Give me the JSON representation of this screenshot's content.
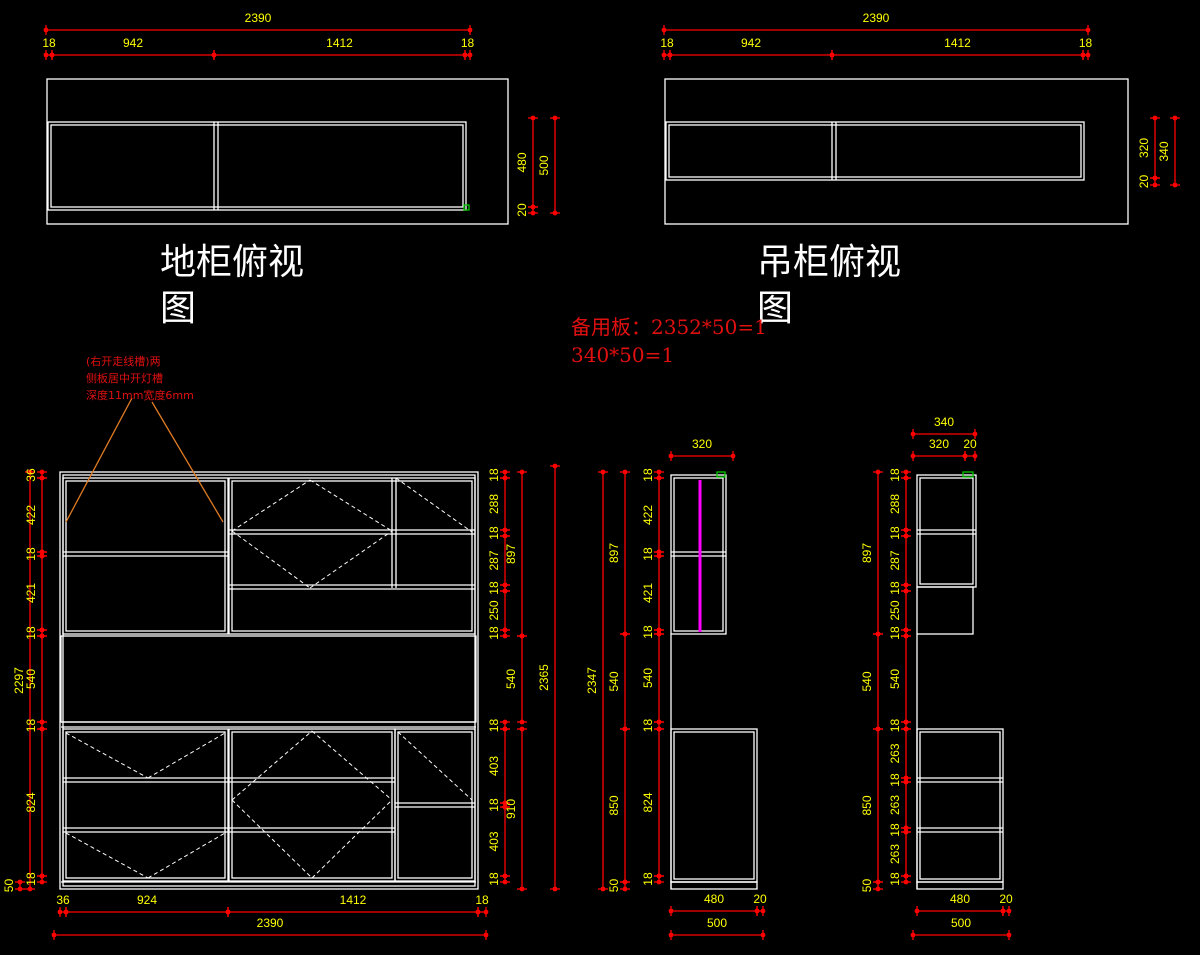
{
  "colors": {
    "background": "#000000",
    "outline": "#ffffff",
    "dimension_line": "#ff0000",
    "dimension_text": "#ffff00",
    "leader": "#e07b22",
    "annotation_text": "#e01010",
    "divider_rod": "#ff00ff",
    "marker": "#00c800"
  },
  "labels": {
    "base_plan": "地柜俯视图",
    "wall_plan": "吊柜俯视图",
    "spare_line1": "备用板：2352*50=1",
    "spare_line2": "340*50=1",
    "note_line1": "(右开走线槽)两",
    "note_line2": "侧板居中开灯槽",
    "note_line3": "深度11mm宽度6mm"
  },
  "dimensions": {
    "overall_width": "2390",
    "overall_height": "2297",
    "total_height": "2365",
    "left_module_width": "942",
    "right_module_width": "1412",
    "front_left_width": "924",
    "panel_thickness": "18",
    "front_left_edge": "36",
    "base_depth": "480",
    "base_overall_depth": "500",
    "back_gap": "20",
    "wall_depth": "320",
    "wall_overall_depth": "340",
    "top_gap": "36",
    "upper_shelf_1": "422",
    "upper_shelf_2": "421",
    "open_zone": "540",
    "base_door_zone": "824",
    "plinth": "50",
    "right_upper_1": "288",
    "right_upper_2": "287",
    "right_upper_3": "250",
    "upper_block": "897",
    "lower_right_1": "403",
    "lower_right_2": "403",
    "lower_block": "910",
    "side_height": "2347",
    "base_block": "850",
    "drawer_height": "263"
  }
}
